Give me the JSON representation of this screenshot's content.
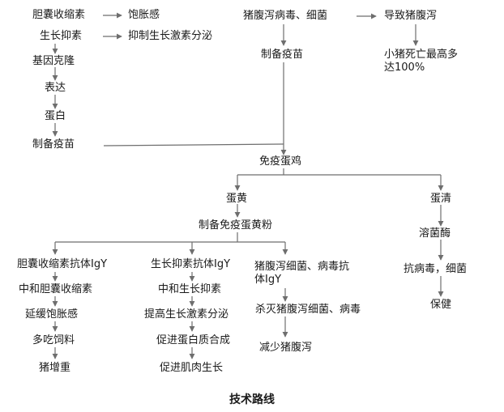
{
  "nodes": {
    "cck": "胆囊收缩素",
    "satiety": "饱胀感",
    "somatostatin": "生长抑素",
    "inhibit_gh": "抑制生长激素分泌",
    "gene_clone": "基因克隆",
    "expression": "表达",
    "protein": "蛋白",
    "vaccine_left": "制备疫苗",
    "pig_diarrhea_pathogens": "猪腹泻病毒、细菌",
    "cause_diarrhea": "导致猪腹泻",
    "piglet_death": "小猪死亡最高多达100%",
    "vaccine_mid": "制备疫苗",
    "immune_hen": "免疫蛋鸡",
    "yolk": "蛋黄",
    "white": "蛋清",
    "yolk_powder": "制备免疫蛋黄粉",
    "lysozyme": "溶菌酶",
    "antiviral": "抗病毒，细菌",
    "health": "保健",
    "cck_antibody": "胆囊收缩素抗体IgY",
    "neutralize_cck": "中和胆囊收缩素",
    "delay_satiety": "延缓饱胀感",
    "eat_more": "多吃饲料",
    "pig_weight": "猪增重",
    "ss_antibody": "生长抑素抗体IgY",
    "neutralize_ss": "中和生长抑素",
    "raise_gh": "提高生长激素分泌",
    "protein_synth": "促进蛋白质合成",
    "muscle_growth": "促进肌肉生长",
    "diarrhea_antibody": "猪腹泻细菌、病毒抗体IgY",
    "kill_pathogens": "杀灭猪腹泻细菌、病毒",
    "reduce_diarrhea": "减少猪腹泻"
  },
  "caption": "技术路线",
  "colors": {
    "line": "#6e6e6e",
    "text": "#1a1a1a"
  }
}
